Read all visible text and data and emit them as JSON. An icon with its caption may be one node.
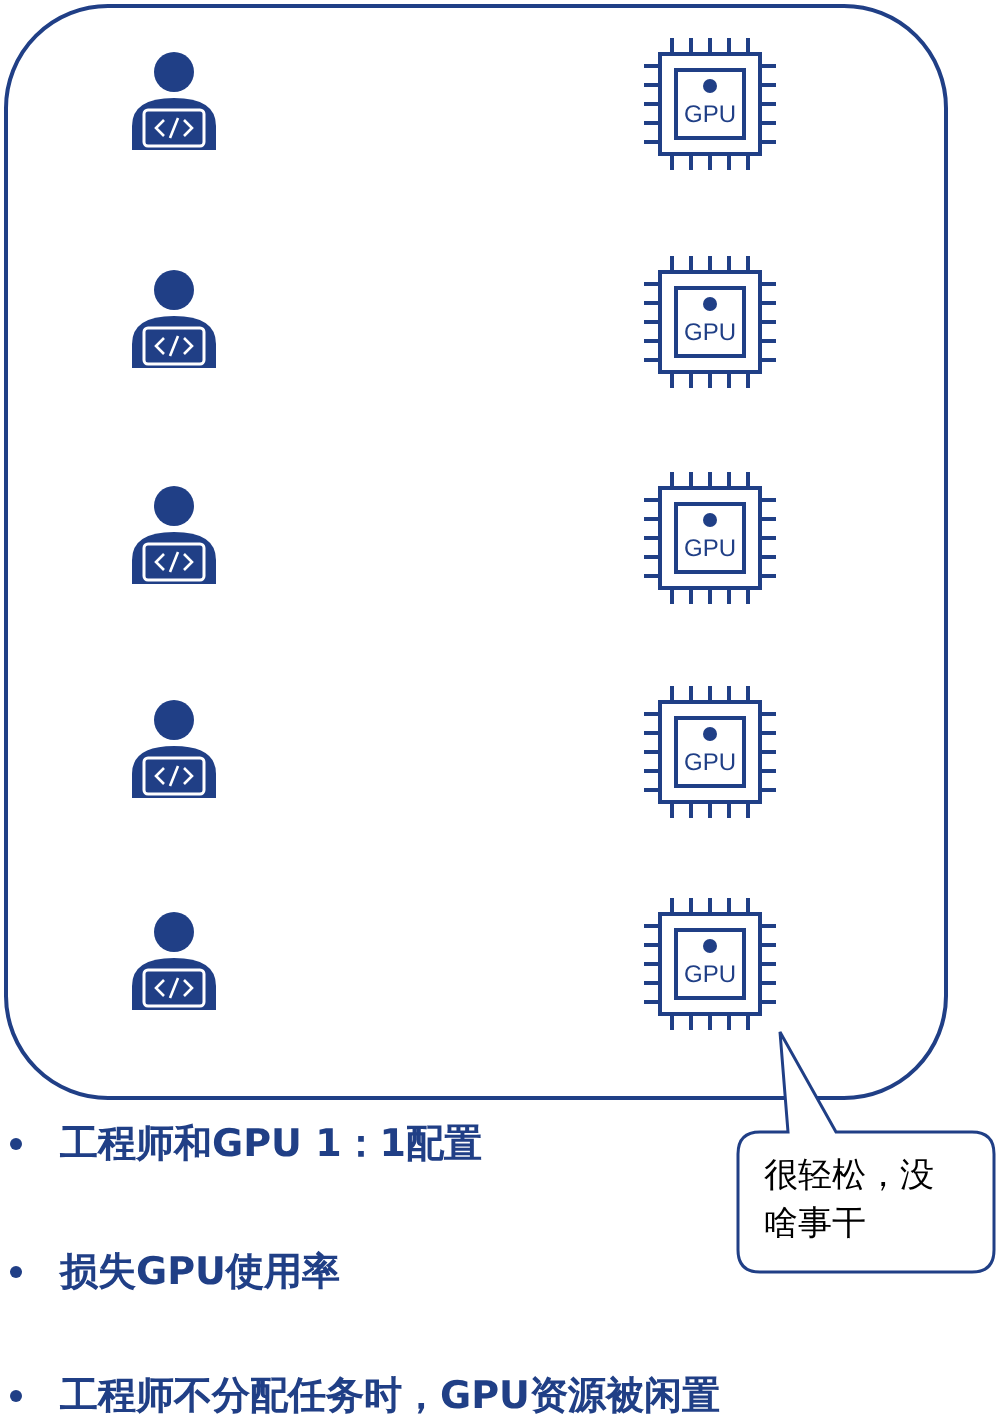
{
  "diagram": {
    "nodes": [
      {
        "text": [],
        "shape": "box"
      },
      {
        "text": [],
        "shape": "person",
        "in": 0
      },
      {
        "text": [
          "GPU"
        ],
        "in": 0
      },
      {
        "text": [],
        "shape": "person",
        "in": 0
      },
      {
        "text": [
          "GPU"
        ],
        "in": 0
      },
      {
        "text": [],
        "shape": "person",
        "in": 0
      },
      {
        "text": [
          "GPU"
        ],
        "in": 0
      },
      {
        "text": [],
        "shape": "person",
        "in": 0
      },
      {
        "text": [
          "GPU"
        ],
        "in": 0
      },
      {
        "text": [],
        "shape": "person",
        "in": 0
      },
      {
        "text": [
          "GPU"
        ],
        "in": 0
      },
      {
        "text": [
          "很轻松，没啥事干"
        ]
      }
    ],
    "edges": [],
    "labels": [
      "工程师和GPU 1：1配置",
      "损失GPU使用率",
      "工程师不分配任务时，GPU资源被闲置"
    ]
  }
}
